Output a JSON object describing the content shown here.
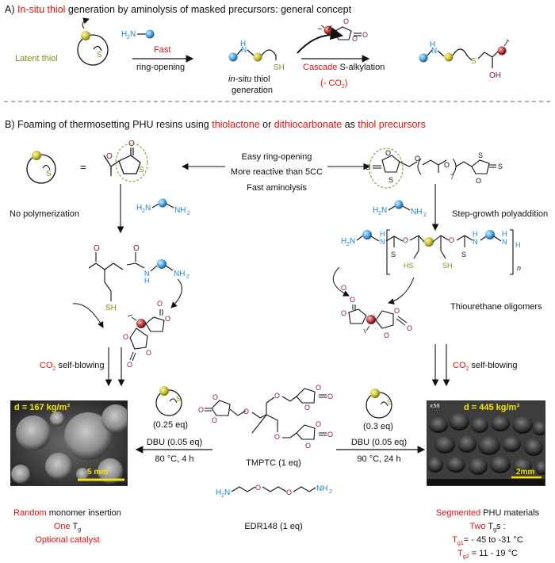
{
  "sectionA": {
    "prefix": "A) ",
    "highlight": "In-situ thiol",
    "rest": " generation by aminolysis of masked precursors: general concept",
    "latent_label": "Latent thiol",
    "fast_label": "Fast",
    "ring_opening_label": "ring-opening",
    "insitu_label_1": "in-situ",
    "insitu_label_2": " thiol",
    "generation_label": "generation",
    "cascade_label": "Cascade",
    "salkylation_label": " S-alkylation",
    "co2_label": "(- CO",
    "co2_sub": "2",
    "co2_close": ")"
  },
  "sectionB": {
    "prefix": "B) Foaming of thermosetting PHU resins using ",
    "thiolactone": "thiolactone",
    "or": " or ",
    "dithiocarbonate": "dithiocarbonate",
    "as": " as ",
    "thiol_precursors": "thiol precursors",
    "equals": "=",
    "center_lines": [
      "Easy ring-opening",
      "More reactive than 5CC",
      "Fast aminolysis"
    ],
    "no_polymerization": "No polymerization",
    "step_growth": "Step-growth polyaddition",
    "thiourethane": "Thiourethane oligomers",
    "co2_self_blowing_1": "CO",
    "co2_self_blowing_sub": "2",
    "co2_self_blowing_rest": " self-blowing",
    "left_eq": "(0.25 eq)",
    "left_dbu": "DBU (0.05 eq)",
    "left_cond": "80 °C, 4 h",
    "right_eq": "(0.3 eq)",
    "right_dbu": "DBU (0.05 eq)",
    "right_cond": "90 °C, 24 h",
    "tmptc": "TMPTC (1 eq)",
    "edr": "EDR148 (1 eq)",
    "n_label": "n",
    "seven_label": "7",
    "left_density": "d = 167 kg/m³",
    "left_scale": "5 mm",
    "right_density": "d = 445 kg/m³",
    "right_scale": "2mm",
    "right_mag": "x50",
    "left_result": {
      "l1_red": "Random",
      "l1_rest": " monomer insertion",
      "l2_red": "One",
      "l2_rest": " T",
      "l2_sub": "g",
      "l3": "Optional catalyst"
    },
    "right_result": {
      "l1_red": "Segmented",
      "l1_rest": " PHU materials",
      "l2_red": "Two",
      "l2_rest": " T",
      "l2_sub": "g",
      "l2_end": "s :",
      "l3_t": "T",
      "l3_sub": "g1",
      "l3_rest": "= - 45 to -31 °C",
      "l4_t": "T",
      "l4_sub": "g2",
      "l4_rest": " = 11 - 19 °C"
    }
  },
  "colors": {
    "red": "#e01010",
    "olive": "#8a8a1a",
    "blue": "#1a86d6",
    "maroon": "#8b1a1a",
    "olive_sphere": "#c9c23a",
    "blue_sphere": "#4aa3e6",
    "red_sphere": "#b23a3a"
  }
}
